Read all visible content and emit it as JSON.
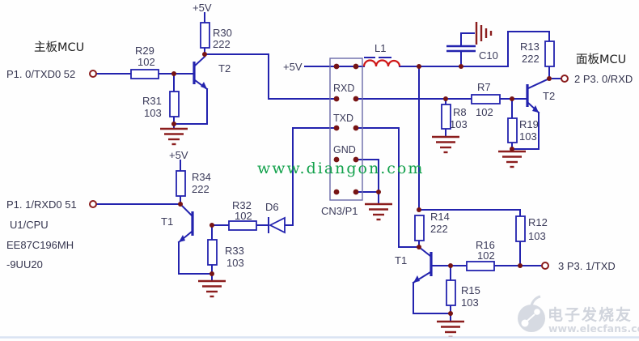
{
  "left": {
    "board_label": "主板MCU",
    "port_txd": "P1. 0/TXD0 52",
    "port_rxd": "P1. 1/RXD0 51",
    "cpu_ref": "U1/CPU",
    "cpu_part": "EE87C196MH",
    "cpu_part2": "-9UU20"
  },
  "right": {
    "board_label": "面板MCU",
    "port_rxd": "2 P3. 0/RXD",
    "port_txd": "3 P3. 1/TXD"
  },
  "power": {
    "v5": "+5V"
  },
  "connector": {
    "ref": "CN3/P1",
    "pins": [
      "RXD",
      "TXD",
      "GND"
    ]
  },
  "components": {
    "r29": {
      "ref": "R29",
      "val": "102"
    },
    "r30": {
      "ref": "R30",
      "val": "222"
    },
    "r31": {
      "ref": "R31",
      "val": "103"
    },
    "r34": {
      "ref": "R34",
      "val": "222"
    },
    "r32": {
      "ref": "R32",
      "val": "102"
    },
    "r33": {
      "ref": "R33",
      "val": "103"
    },
    "r7": {
      "ref": "R7",
      "val": "102"
    },
    "r8": {
      "ref": "R8",
      "val": "103"
    },
    "r19": {
      "ref": "R19",
      "val": "103"
    },
    "r13": {
      "ref": "R13",
      "val": "222"
    },
    "r14": {
      "ref": "R14",
      "val": "222"
    },
    "r12": {
      "ref": "R12",
      "val": "103"
    },
    "r16": {
      "ref": "R16",
      "val": "102"
    },
    "r15": {
      "ref": "R15",
      "val": "103"
    },
    "t2_left": "T2",
    "t2_right": "T2",
    "t1_left": "T1",
    "t1_right": "T1",
    "d6": "D6",
    "l1": "L1",
    "c10": "C10"
  },
  "watermarks": {
    "center": "www.diangon.com",
    "brand": "电子发烧友",
    "site": "www.elecfans.com"
  },
  "colors": {
    "wire": "#2323ae",
    "ground": "#8b1d1d",
    "coil": "#cf1717",
    "watermark_green": "#12a14b",
    "watermark_gray": "#d0d4dc"
  }
}
